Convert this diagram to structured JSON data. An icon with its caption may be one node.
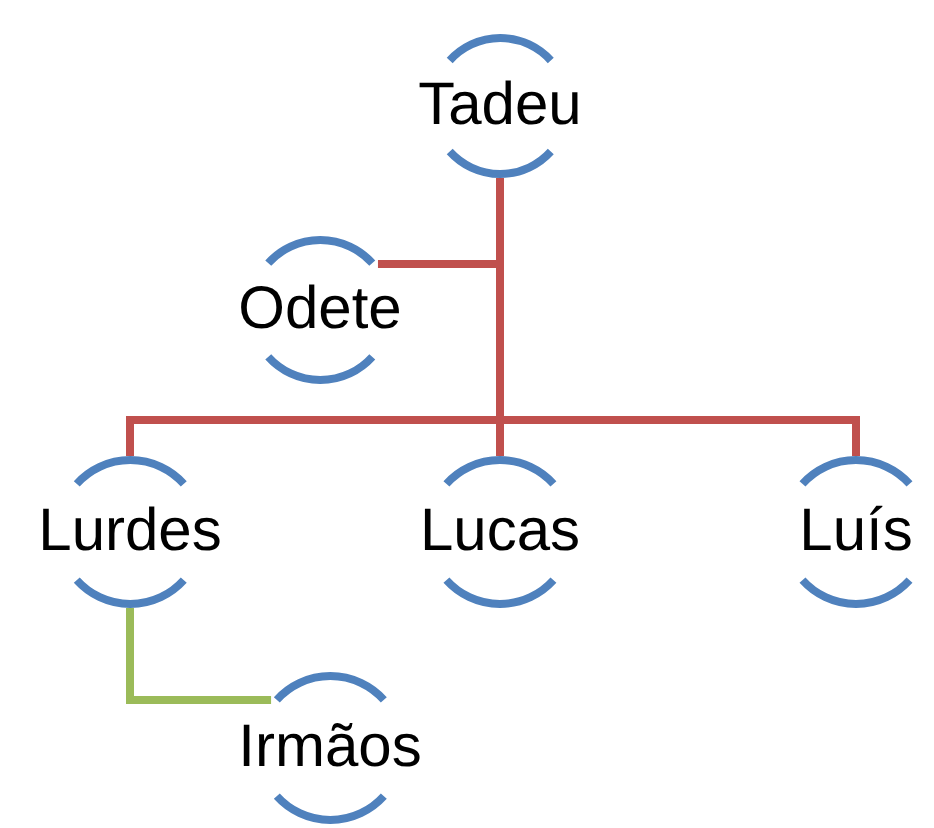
{
  "diagram": {
    "nodes": [
      {
        "text": [
          "Tadeu"
        ]
      },
      {
        "text": [
          "Odete"
        ]
      },
      {
        "text": [
          "Lurdes"
        ]
      },
      {
        "text": [
          "Lucas"
        ]
      },
      {
        "text": [
          "Luís"
        ]
      },
      {
        "text": [
          "Irmãos"
        ]
      }
    ],
    "edges": [
      {
        "from": 0,
        "to": 1,
        "arrow": "none"
      },
      {
        "from": 0,
        "to": 2,
        "arrow": "none"
      },
      {
        "from": 0,
        "to": 3,
        "arrow": "none"
      },
      {
        "from": 0,
        "to": 4,
        "arrow": "none"
      },
      {
        "from": 2,
        "to": 5,
        "arrow": "none",
        "color": "#9bbb59"
      }
    ]
  }
}
